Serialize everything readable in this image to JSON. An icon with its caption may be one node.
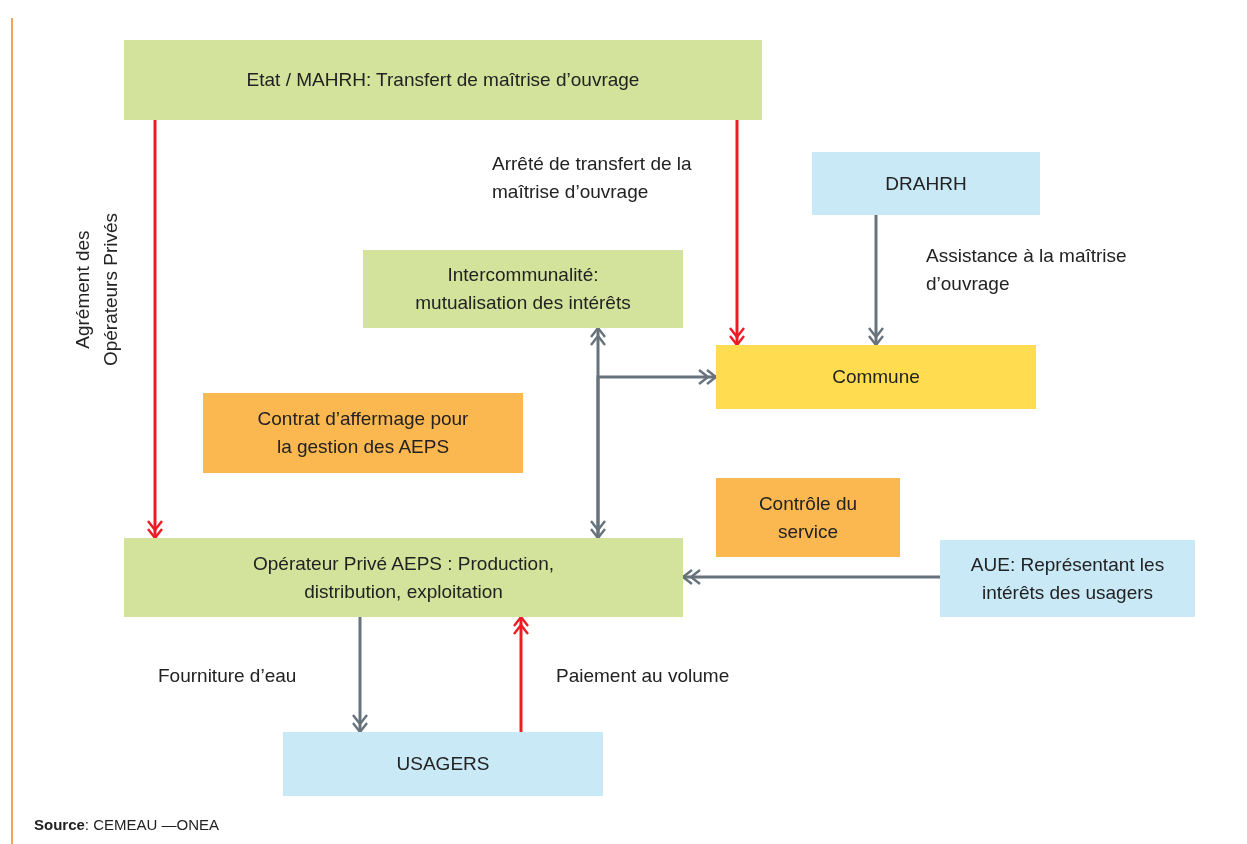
{
  "diagram": {
    "caption": "**Source**: CEMEAU —ONEA",
    "nodes": [
      {
        "text": [
          "Etat / MAHRH: Transfert de maîtrise d’ouvrage"
        ]
      },
      {
        "text": [
          "DRAHRH"
        ]
      },
      {
        "text": [
          "Intercommunalité: mutualisation des intérêts"
        ]
      },
      {
        "text": [
          "Commune"
        ]
      },
      {
        "text": [
          "Contrat d’affermage pour la gestion des AEPS"
        ]
      },
      {
        "text": [
          "Contrôle du service"
        ]
      },
      {
        "text": [
          "Opérateur Privé AEPS : Production, distribution, exploitation"
        ]
      },
      {
        "text": [
          "AUE: Représentant les intérêts des usagers"
        ]
      },
      {
        "text": [
          "USAGERS"
        ]
      }
    ],
    "edges": [
      {
        "from": 0,
        "to": 6,
        "arrow": "to",
        "label": "Agrément des Opérateurs Privés",
        "color": "#ed1c24"
      },
      {
        "from": 0,
        "to": 3,
        "arrow": "to",
        "label": "Arrêté de transfert de la maîtrise d’ouvrage",
        "color": "#ed1c24"
      },
      {
        "from": 1,
        "to": 3,
        "arrow": "to",
        "label": "Assistance à la maîtrise d’ouvrage"
      },
      {
        "from": 2,
        "to": 6,
        "arrow": "both"
      },
      {
        "from": 6,
        "to": 3,
        "arrow": "to"
      },
      {
        "from": 7,
        "to": 6,
        "arrow": "to"
      },
      {
        "from": 6,
        "to": 8,
        "arrow": "to",
        "label": "Fourniture d’eau"
      },
      {
        "from": 8,
        "to": 6,
        "arrow": "to",
        "label": "Paiement au volume",
        "color": "#ed1c24"
      }
    ]
  }
}
